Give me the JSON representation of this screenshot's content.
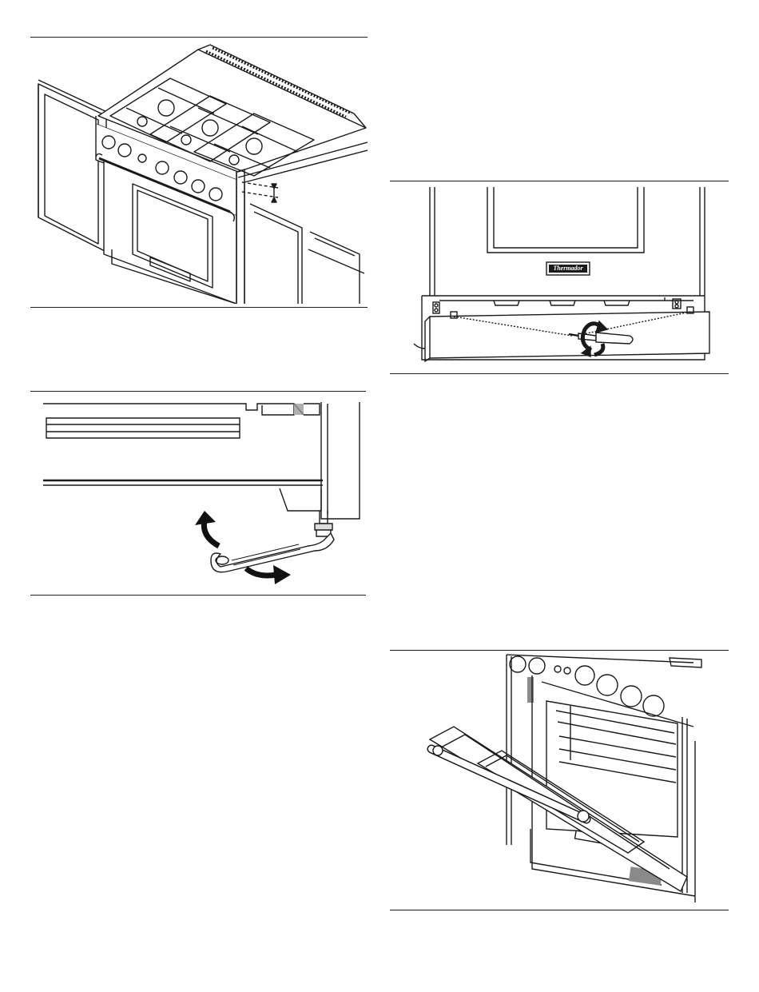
{
  "figures": [
    {
      "id": "range-installed-between-cabinets",
      "icon": "range-flush-cabinets-illustration"
    },
    {
      "id": "toe-kick-screw-adjustment",
      "icon": "screwdriver-rotate-illustration",
      "brand": "Thermador"
    },
    {
      "id": "leveling-leg-wrench",
      "icon": "wrench-leveling-leg-illustration"
    },
    {
      "id": "oven-door-open",
      "icon": "open-oven-door-illustration"
    }
  ],
  "colors": {
    "line": "#1a1a1a",
    "paper": "#ffffff",
    "shade": "#9a9a9a",
    "arrow": "#111111"
  }
}
